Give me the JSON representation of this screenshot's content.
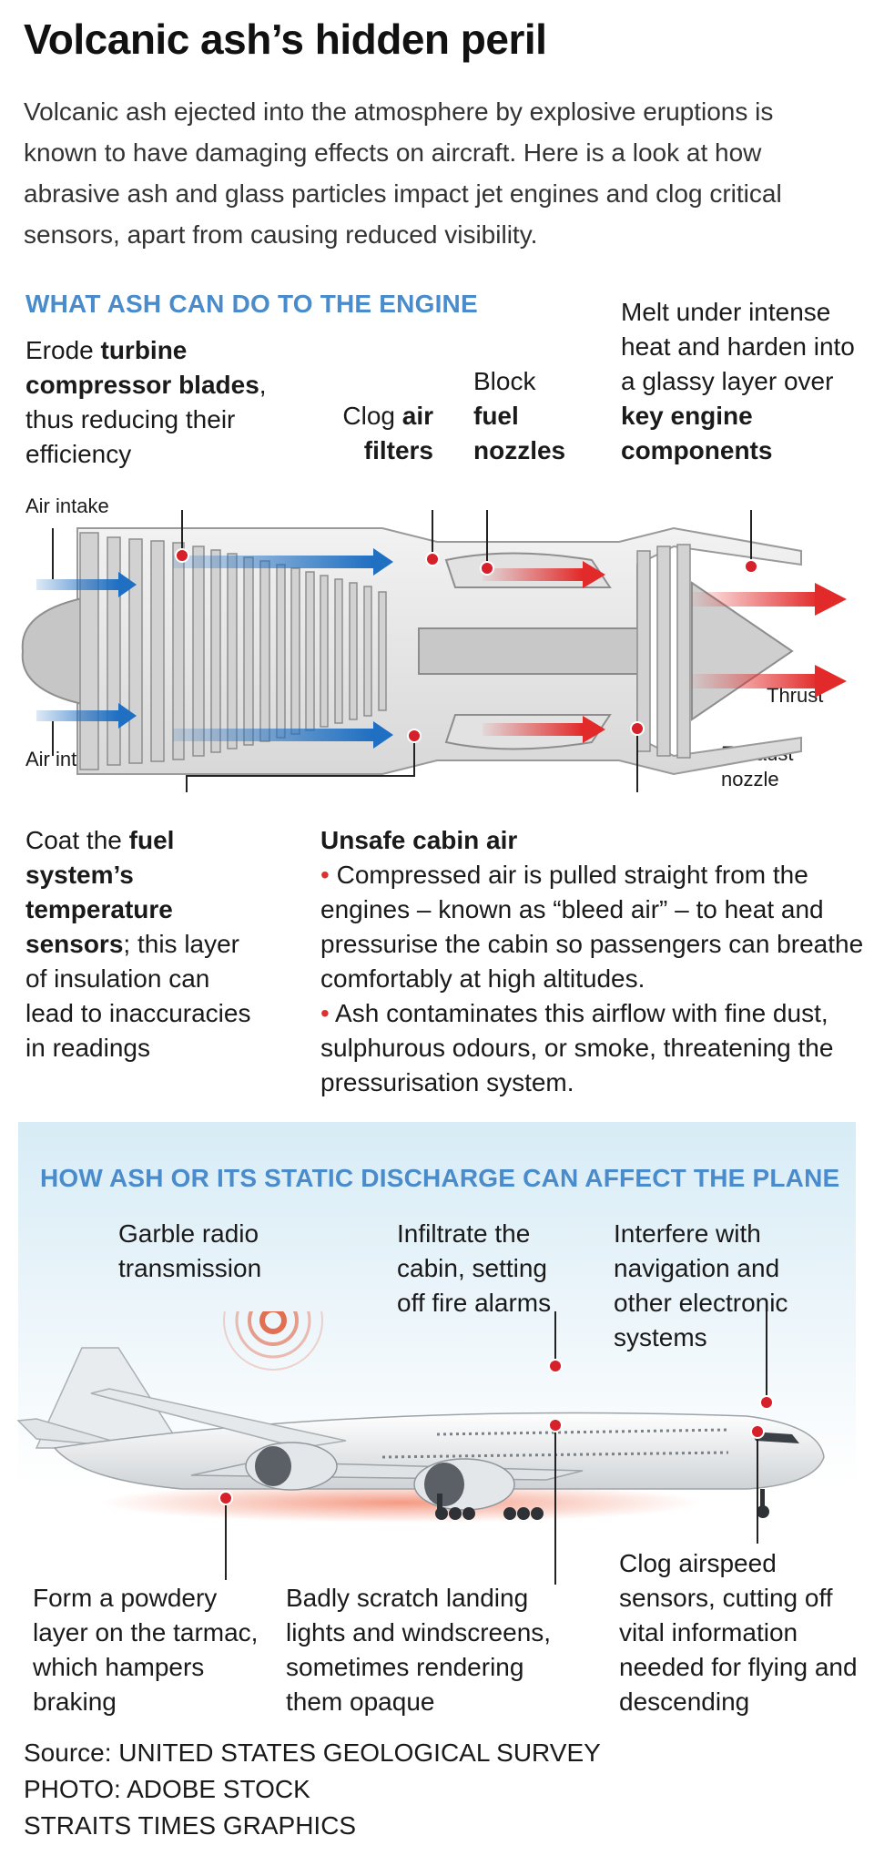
{
  "title": "Volcanic ash’s hidden peril",
  "intro": "Volcanic ash ejected into the atmosphere by explosive eruptions is known to have damaging effects on aircraft. Here is a look at how abrasive ash and glass particles impact jet engines and clog critical sensors, apart from causing reduced visibility.",
  "engine_section": {
    "heading": "WHAT ASH CAN DO TO THE ENGINE",
    "erode": {
      "pre": "Erode ",
      "bold": "turbine compressor blades",
      "post": ", thus reducing their efficiency"
    },
    "clog": {
      "pre": "Clog ",
      "bold": "air filters"
    },
    "block": {
      "pre": "Block ",
      "bold": "fuel nozzles"
    },
    "melt": {
      "pre": "Melt under intense heat and harden into a glassy layer over ",
      "bold": "key engine components"
    },
    "air_intake_top": "Air intake",
    "air_intake_bottom": "Air intake",
    "thrust": "Thrust",
    "exhaust": "Exhaust nozzle",
    "coat": {
      "pre": "Coat the ",
      "bold": "fuel system’s temperature sensors",
      "post": "; this layer of insulation can lead to inaccuracies in readings"
    },
    "cabin": {
      "heading": "Unsafe cabin air",
      "bullet1": "Compressed air is pulled straight from the engines – known as “bleed air” – to heat and pressurise the cabin so passengers can breathe comfortably at high altitudes.",
      "bullet2": "Ash contaminates this airflow with fine dust, sulphurous odours, or smoke, threatening the pressurisation system."
    }
  },
  "plane_section": {
    "heading": "HOW ASH OR ITS STATIC DISCHARGE CAN AFFECT THE PLANE",
    "garble": "Garble radio transmission",
    "infiltrate": "Infiltrate the cabin, setting off fire alarms",
    "interfere": "Interfere with navigation and other electronic systems",
    "tarmac": "Form a powdery layer on the tarmac, which hampers braking",
    "scratch": "Badly scratch landing lights and windscreens, sometimes rendering them opaque",
    "airspeed": "Clog airspeed sensors, cutting off vital information needed for flying and descending"
  },
  "source": {
    "line1": "Source: UNITED STATES GEOLOGICAL SURVEY",
    "line2": "PHOTO: ADOBE STOCK",
    "line3": "STRAITS TIMES GRAPHICS"
  },
  "colors": {
    "accent_blue": "#4a8ccb",
    "marker_red": "#d6202a",
    "bullet_red": "#e0302e"
  }
}
